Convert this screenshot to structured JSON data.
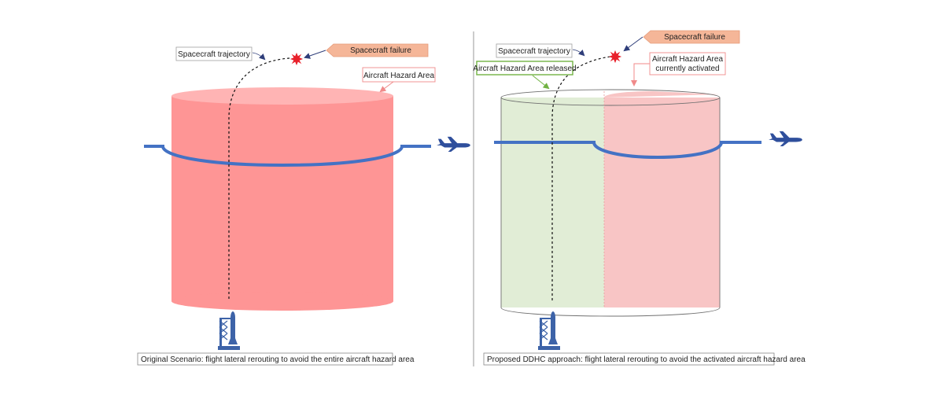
{
  "left_panel": {
    "trajectory_label": "Spacecraft trajectory",
    "failure_label": "Spacecraft failure",
    "hazard_label": "Aircraft Hazard Area",
    "caption": "Original Scenario: flight lateral rerouting to avoid the entire aircraft hazard area"
  },
  "right_panel": {
    "trajectory_label": "Spacecraft trajectory",
    "failure_label": "Spacecraft failure",
    "released_label": "Aircraft Hazard Area released",
    "activated_label_line1": "Aircraft Hazard Area",
    "activated_label_line2": "currently activated",
    "caption": "Proposed  DDHC approach: flight lateral rerouting to avoid the activated aircraft hazard area"
  },
  "colors": {
    "hazard_active": "#fe9595",
    "hazard_active_top": "#ffb6b6",
    "hazard_activated_light": "#f8c5c5",
    "hazard_released": "#e1edd6",
    "released_border": "#71b243",
    "failure_box": "#f5b698",
    "flight_path": "#4472c4",
    "airplane": "#2f4f9c",
    "rocket": "#3d63a8"
  },
  "icons": [
    "spacecraft-failure-burst-icon",
    "airplane-icon",
    "rocket-launch-tower-icon"
  ]
}
